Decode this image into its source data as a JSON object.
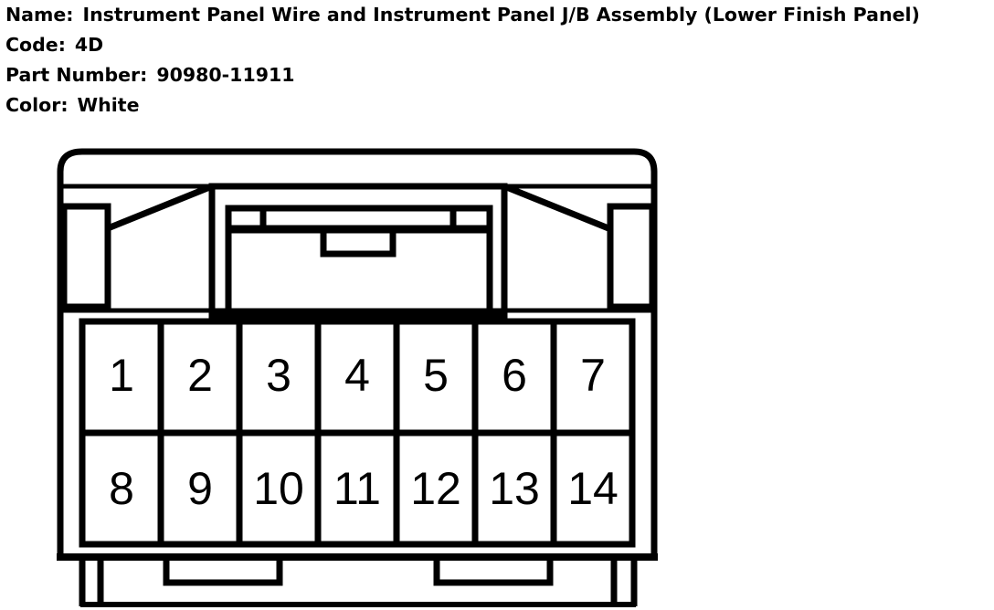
{
  "header": {
    "name_label": "Name:",
    "name_value": "Instrument Panel Wire and Instrument Panel J/B Assembly (Lower Finish Panel)",
    "code_label": "Code:",
    "code_value": "4D",
    "part_label": "Part Number:",
    "part_value": "90980-11911",
    "color_label": "Color:",
    "color_value": "White"
  },
  "connector": {
    "pins_top": [
      "1",
      "2",
      "3",
      "4",
      "5",
      "6",
      "7"
    ],
    "pins_bottom": [
      "8",
      "9",
      "10",
      "11",
      "12",
      "13",
      "14"
    ]
  }
}
